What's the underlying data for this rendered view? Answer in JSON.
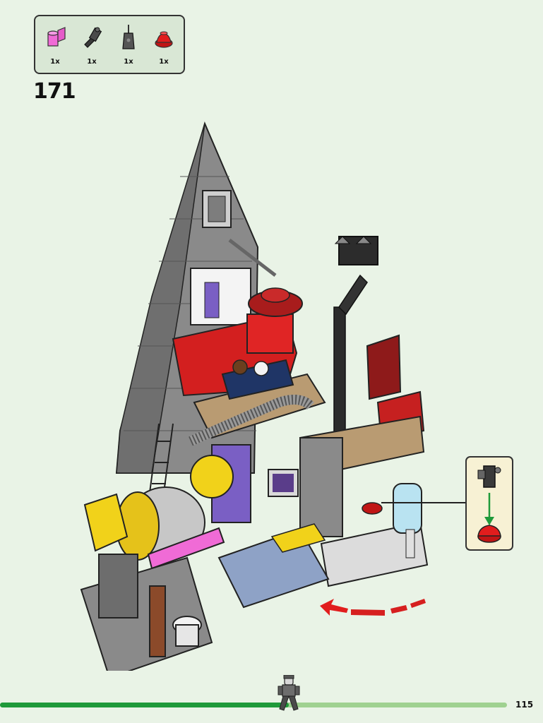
{
  "parts_list": [
    {
      "name": "pink-bracket-piece",
      "qty": "1x",
      "color": "#f06bd6"
    },
    {
      "name": "dark-gray-hinge-arm",
      "qty": "1x",
      "color": "#3a3a3a"
    },
    {
      "name": "dark-gray-antenna-plate",
      "qty": "1x",
      "color": "#555555"
    },
    {
      "name": "red-cone-round",
      "qty": "1x",
      "color": "#e11d1d"
    }
  ],
  "step_number": "171",
  "page_number": "115",
  "progress_fraction": 0.57,
  "colors": {
    "background": "#e9f3e6",
    "progress_fill": "#1f9a3a",
    "progress_track": "#9fd190",
    "rotate_arrow": "#e11d1d",
    "callout_arrow": "#1f9a3a"
  }
}
